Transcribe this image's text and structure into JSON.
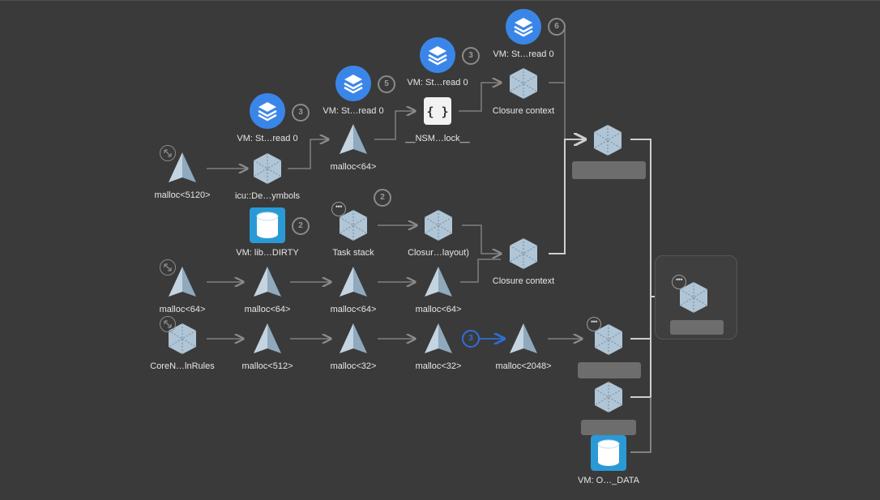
{
  "nodes": {
    "malloc5120": "malloc<5120>",
    "icu": "icu::De…ymbols",
    "vm_st_1": "VM: St…read 0",
    "malloc64_top": "malloc<64>",
    "vm_st_2": "VM: St…read 0",
    "nsm": "__NSM…lock__",
    "vm_st_3": "VM: St…read 0",
    "vm_st_4": "VM: St…read 0",
    "closure_ctx_top": "Closure context",
    "vm_lib": "VM: lib…DIRTY",
    "task_stack": "Task stack",
    "closur_layout": "Closur…layout)",
    "closure_ctx_mid": "Closure context",
    "malloc64_a": "malloc<64>",
    "malloc64_b": "malloc<64>",
    "malloc64_c": "malloc<64>",
    "malloc64_d": "malloc<64>",
    "coren": "CoreN…lnRules",
    "malloc512": "malloc<512>",
    "malloc32_a": "malloc<32>",
    "malloc32_b": "malloc<32>",
    "malloc2048": "malloc<2048>",
    "vm_data": "VM: O…_DATA"
  },
  "badges": {
    "b_icu": "3",
    "b_malloc64_top": "5",
    "b_nsm": "3",
    "b_vm4": "6",
    "b_task": "2",
    "b_vm_lib": "2",
    "b_malloc2048": "3"
  },
  "colors": {
    "background": "#3a3a3a",
    "node_icon": "#a9bfd0",
    "vm_blue": "#3a86e8",
    "db_blue": "#2a9ad6",
    "edge": "#8c8c8c",
    "active_edge": "#2f6fd6"
  },
  "icons": {
    "malloc": "cone-icon",
    "object": "hexagon-cube-icon",
    "vm_stack": "layers-icon",
    "vm_db": "database-icon",
    "nsm": "braces-icon"
  }
}
